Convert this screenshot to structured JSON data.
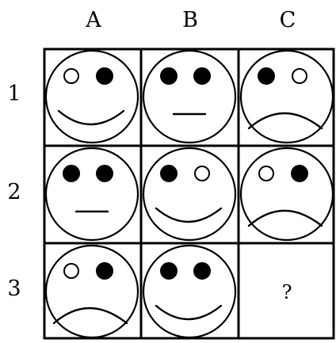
{
  "columns": [
    "A",
    "B",
    "C"
  ],
  "rows": [
    "1",
    "2",
    "3"
  ],
  "cells": [
    [
      {
        "left_eye": "open",
        "right_eye": "filled",
        "mouth": "smile"
      },
      {
        "left_eye": "filled",
        "right_eye": "filled",
        "mouth": "neutral"
      },
      {
        "left_eye": "filled",
        "right_eye": "open",
        "mouth": "frown"
      }
    ],
    [
      {
        "left_eye": "filled",
        "right_eye": "filled",
        "mouth": "neutral"
      },
      {
        "left_eye": "filled",
        "right_eye": "open",
        "mouth": "smile"
      },
      {
        "left_eye": "open",
        "right_eye": "filled",
        "mouth": "frown"
      }
    ],
    [
      {
        "left_eye": "open",
        "right_eye": "filled",
        "mouth": "frown"
      },
      {
        "left_eye": "filled",
        "right_eye": "filled",
        "mouth": "smile"
      },
      {
        "unknown_label": "?"
      }
    ]
  ]
}
